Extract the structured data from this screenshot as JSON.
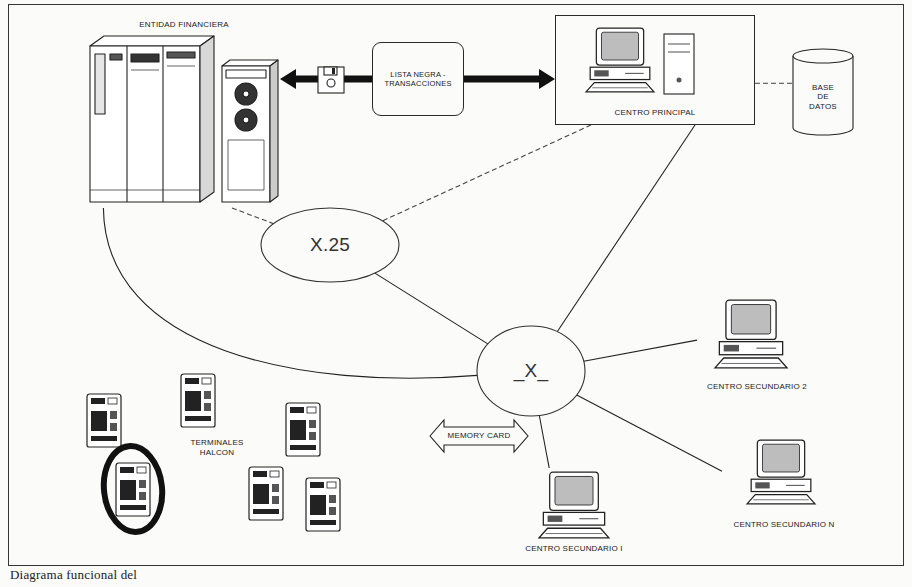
{
  "diagram": {
    "caption": "Diagrama funcional del",
    "nodes": [
      {
        "text": [
          "ENTIDAD FINANCIERA"
        ]
      },
      {
        "text": [
          "LISTA NEGRA - TRANSACCIONES"
        ]
      },
      {
        "text": [
          "CENTRO PRINCIPAL"
        ]
      },
      {
        "text": [
          "BASE DE DATOS"
        ]
      },
      {
        "text": [
          "X.25"
        ]
      },
      {
        "text": [
          "_X_"
        ]
      },
      {
        "text": [
          "CENTRO SECUNDARIO 2"
        ]
      },
      {
        "text": [
          "TERMINALES HALCON"
        ]
      },
      {
        "text": [
          "CENTRO SECUNDARIO N"
        ]
      },
      {
        "text": [
          "CENTRO SECUNDARIO I"
        ]
      }
    ],
    "edges": [
      {
        "from": 0,
        "to": 4,
        "arrow": "none"
      },
      {
        "from": 0,
        "to": 5,
        "arrow": "none"
      },
      {
        "from": 1,
        "to": 0,
        "arrow": "to"
      },
      {
        "from": 1,
        "to": 2,
        "arrow": "to"
      },
      {
        "from": 2,
        "to": 3,
        "arrow": "none"
      },
      {
        "from": 2,
        "to": 4,
        "arrow": "none"
      },
      {
        "from": 2,
        "to": 5,
        "arrow": "none"
      },
      {
        "from": 4,
        "to": 5,
        "arrow": "none"
      },
      {
        "from": 5,
        "to": 6,
        "arrow": "none"
      },
      {
        "from": 5,
        "to": 8,
        "arrow": "none"
      },
      {
        "from": 5,
        "to": 9,
        "arrow": "none"
      },
      {
        "from": 7,
        "to": 9,
        "label": "MEMORY CARD",
        "arrow": "both"
      }
    ]
  }
}
